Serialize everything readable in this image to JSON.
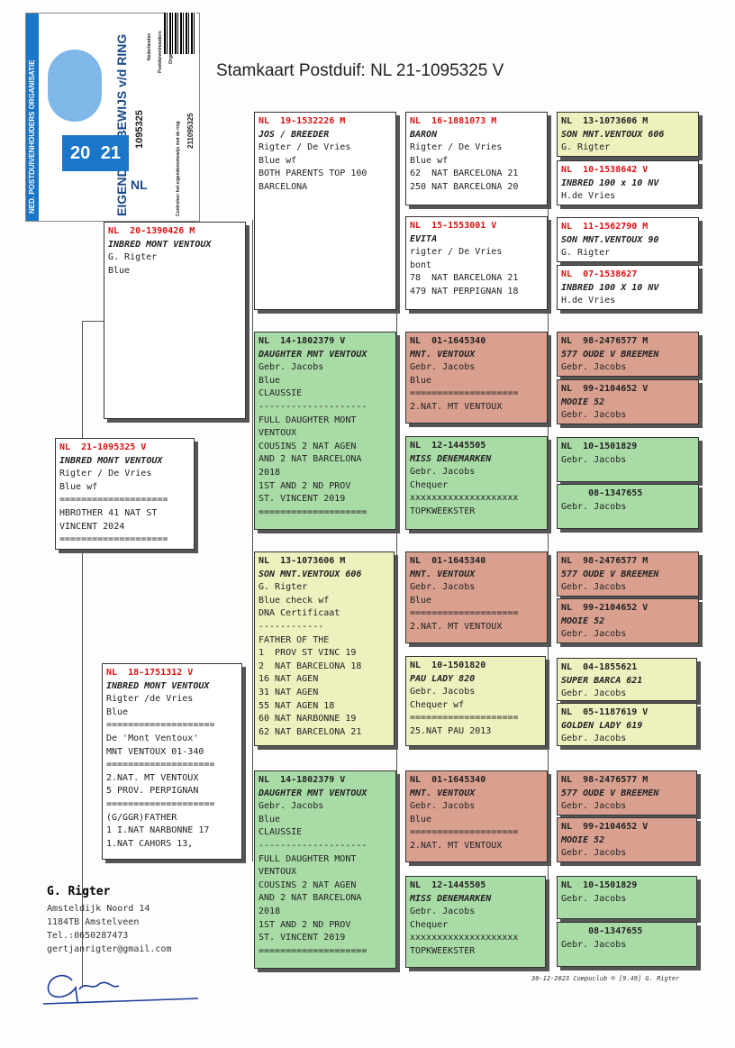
{
  "title": "Stamkaart Postduif: NL  21-1095325 V",
  "sticker": {
    "org": "NED. POSTDUIVENHOUDERS ORGANISATIE",
    "band": "EIGENDOMSBEWIJS v/d RING",
    "year_left": "20",
    "year_right": "21",
    "country": "NL",
    "ring_number": "1095325",
    "barcode_number": "211095325",
    "legend": [
      "Nederlandse",
      "Postduivenhouders",
      "Organisatie"
    ],
    "note": "Controleer het eigendomsbewijs met de ring"
  },
  "pedigree": {
    "subject": {
      "ring": "NL  21-1095325 V",
      "name": "INBRED MONT VENTOUX",
      "lines": [
        "Rigter / De Vries",
        "Blue wf",
        "====================",
        "HBROTHER 41 NAT ST",
        "VINCENT 2024",
        "===================="
      ]
    },
    "sire": {
      "ring": "NL  20-1390426 M",
      "name": "INBRED MONT VENTOUX",
      "lines": [
        "G. Rigter",
        "Blue"
      ]
    },
    "dam": {
      "ring": "NL  18-1751312 V",
      "name": "INBRED MONT VENTOUX",
      "lines": [
        "Rigter /de Vries",
        "Blue",
        "====================",
        "De 'Mont Ventoux'",
        "MNT VENTOUX 01-340",
        "====================",
        "2.NAT. MT VENTOUX",
        "5 PROV. PERPIGNAN",
        "====================",
        "(G/GGR)FATHER",
        "1 I.NAT NARBONNE 17",
        "1.NAT CAHORS 13,"
      ]
    },
    "ss": {
      "ring": "NL  19-1532226 M",
      "name": "JOS / BREEDER",
      "lines": [
        "Rigter / De Vries",
        "Blue wf",
        "BOTH PARENTS TOP 100",
        "BARCELONA"
      ]
    },
    "sd": {
      "ring": "NL  14-1802379 V",
      "name": "DAUGHTER MNT VENTOUX",
      "lines": [
        "Gebr. Jacobs",
        "Blue",
        "CLAUSSIE",
        "--------------------",
        "FULL DAUGHTER MONT",
        "VENTOUX",
        "COUSINS 2 NAT AGEN",
        "AND 2 NAT BARCELONA",
        "2018",
        "1ST AND 2 ND PROV",
        "ST. VINCENT 2019",
        "===================="
      ]
    },
    "ds": {
      "ring": "NL  13-1073606 M",
      "name": "SON MNT.VENTOUX 606",
      "lines": [
        "G. Rigter",
        "Blue check wf",
        "DNA Certificaat",
        "------------",
        "FATHER OF THE",
        "1  PROV ST VINC 19",
        "2  NAT BARCELONA 18",
        "16 NAT AGEN",
        "31 NAT AGEN",
        "55 NAT AGEN 18",
        "60 NAT NARBONNE 19",
        "62 NAT BARCELONA 21"
      ]
    },
    "dd": {
      "ring": "NL  14-1802379 V",
      "name": "DAUGHTER MNT VENTOUX",
      "lines": [
        "Gebr. Jacobs",
        "Blue",
        "CLAUSSIE",
        "--------------------",
        "FULL DAUGHTER MONT",
        "VENTOUX",
        "COUSINS 2 NAT AGEN",
        "AND 2 NAT BARCELONA",
        "2018",
        "1ST AND 2 ND PROV",
        "ST. VINCENT 2019",
        "===================="
      ]
    },
    "sss": {
      "ring": "NL  16-1881073 M",
      "name": "BARON",
      "lines": [
        "Rigter / De Vries",
        "Blue wf",
        "62  NAT BARCELONA 21",
        "250 NAT BARCELONA 20"
      ]
    },
    "ssd": {
      "ring": "NL  15-1553001 V",
      "name": "EVITA",
      "lines": [
        "rigter / De Vries",
        "bont",
        "78  NAT BARCELONA 21",
        "479 NAT PERPIGNAN 18"
      ]
    },
    "sds": {
      "ring": "NL  01-1645340",
      "name": "MNT. VENTOUX",
      "lines": [
        "Gebr. Jacobs",
        "Blue",
        "====================",
        "2.NAT. MT VENTOUX"
      ]
    },
    "sdd": {
      "ring": "NL  12-1445505",
      "name": "MISS DENEMARKEN",
      "lines": [
        "Gebr. Jacobs",
        "Chequer",
        "xxxxxxxxxxxxxxxxxxxx",
        "TOPKWEEKSTER"
      ]
    },
    "dss": {
      "ring": "NL  01-1645340",
      "name": "MNT. VENTOUX",
      "lines": [
        "Gebr. Jacobs",
        "Blue",
        "====================",
        "2.NAT. MT VENTOUX"
      ]
    },
    "dsd": {
      "ring": "NL  10-1501820",
      "name": "PAU LADY 820",
      "lines": [
        "Gebr. Jacobs",
        "Chequer wf",
        "====================",
        "25.NAT PAU 2013"
      ]
    },
    "dds": {
      "ring": "NL  01-1645340",
      "name": "MNT. VENTOUX",
      "lines": [
        "Gebr. Jacobs",
        "Blue",
        "====================",
        "2.NAT. MT VENTOUX"
      ]
    },
    "ddd": {
      "ring": "NL  12-1445505",
      "name": "MISS DENEMARKEN",
      "lines": [
        "Gebr. Jacobs",
        "Chequer",
        "xxxxxxxxxxxxxxxxxxxx",
        "TOPKWEEKSTER"
      ]
    },
    "g": [
      {
        "ring": "NL  13-1073606 M",
        "name": "SON MNT.VENTOUX 606",
        "lines": [
          "G. Rigter"
        ]
      },
      {
        "ring": "NL  10-1538642 V",
        "name": "INBRED 100 x 10 NV",
        "lines": [
          "H.de Vries"
        ]
      },
      {
        "ring": "NL  11-1562790 M",
        "name": "SON MNT.VENTOUX 90",
        "lines": [
          "G. Rigter"
        ]
      },
      {
        "ring": "NL  07-1538627",
        "name": "INBRED 100 X 10 NV",
        "lines": [
          "H.de Vries"
        ]
      },
      {
        "ring": "NL  98-2476577 M",
        "name": "577 OUDE V BREEMEN",
        "lines": [
          "Gebr. Jacobs"
        ]
      },
      {
        "ring": "NL  99-2104652 V",
        "name": "MOOIE 52",
        "lines": [
          "Gebr. Jacobs"
        ]
      },
      {
        "ring": "NL  10-1501829",
        "name": "",
        "lines": [
          "",
          "Gebr. Jacobs"
        ]
      },
      {
        "ring": "     08-1347655",
        "name": "",
        "lines": [
          "",
          "Gebr. Jacobs"
        ]
      },
      {
        "ring": "NL  98-2476577 M",
        "name": "577 OUDE V BREEMEN",
        "lines": [
          "Gebr. Jacobs"
        ]
      },
      {
        "ring": "NL  99-2104652 V",
        "name": "MOOIE 52",
        "lines": [
          "Gebr. Jacobs"
        ]
      },
      {
        "ring": "NL  04-1855621",
        "name": "SUPER BARCA 621",
        "lines": [
          "Gebr. Jacobs"
        ]
      },
      {
        "ring": "NL  05-1187619 V",
        "name": "GOLDEN LADY 619",
        "lines": [
          "Gebr. Jacobs"
        ]
      },
      {
        "ring": "NL  98-2476577 M",
        "name": "577 OUDE V BREEMEN",
        "lines": [
          "Gebr. Jacobs"
        ]
      },
      {
        "ring": "NL  99-2104652 V",
        "name": "MOOIE 52",
        "lines": [
          "Gebr. Jacobs"
        ]
      },
      {
        "ring": "NL  10-1501829",
        "name": "",
        "lines": [
          "",
          "Gebr. Jacobs"
        ]
      },
      {
        "ring": "     08-1347655",
        "name": "",
        "lines": [
          "",
          "Gebr. Jacobs"
        ]
      }
    ]
  },
  "footer": {
    "name": "G. Rigter",
    "lines": [
      "Amsteldijk Noord 14",
      "1184TB  Amstelveen",
      "Tel.:0650287473",
      "gertjanrigter@gmail.com"
    ],
    "signature": "G. Rigter",
    "credit": "30-12-2023   Compuclub ® [9.49]   G. Rigter"
  },
  "colors": {
    "green": "#a9dba7",
    "red": "#d9a090",
    "yellow": "#eef0be",
    "white": "#ffffff",
    "ring": "#d11111"
  }
}
